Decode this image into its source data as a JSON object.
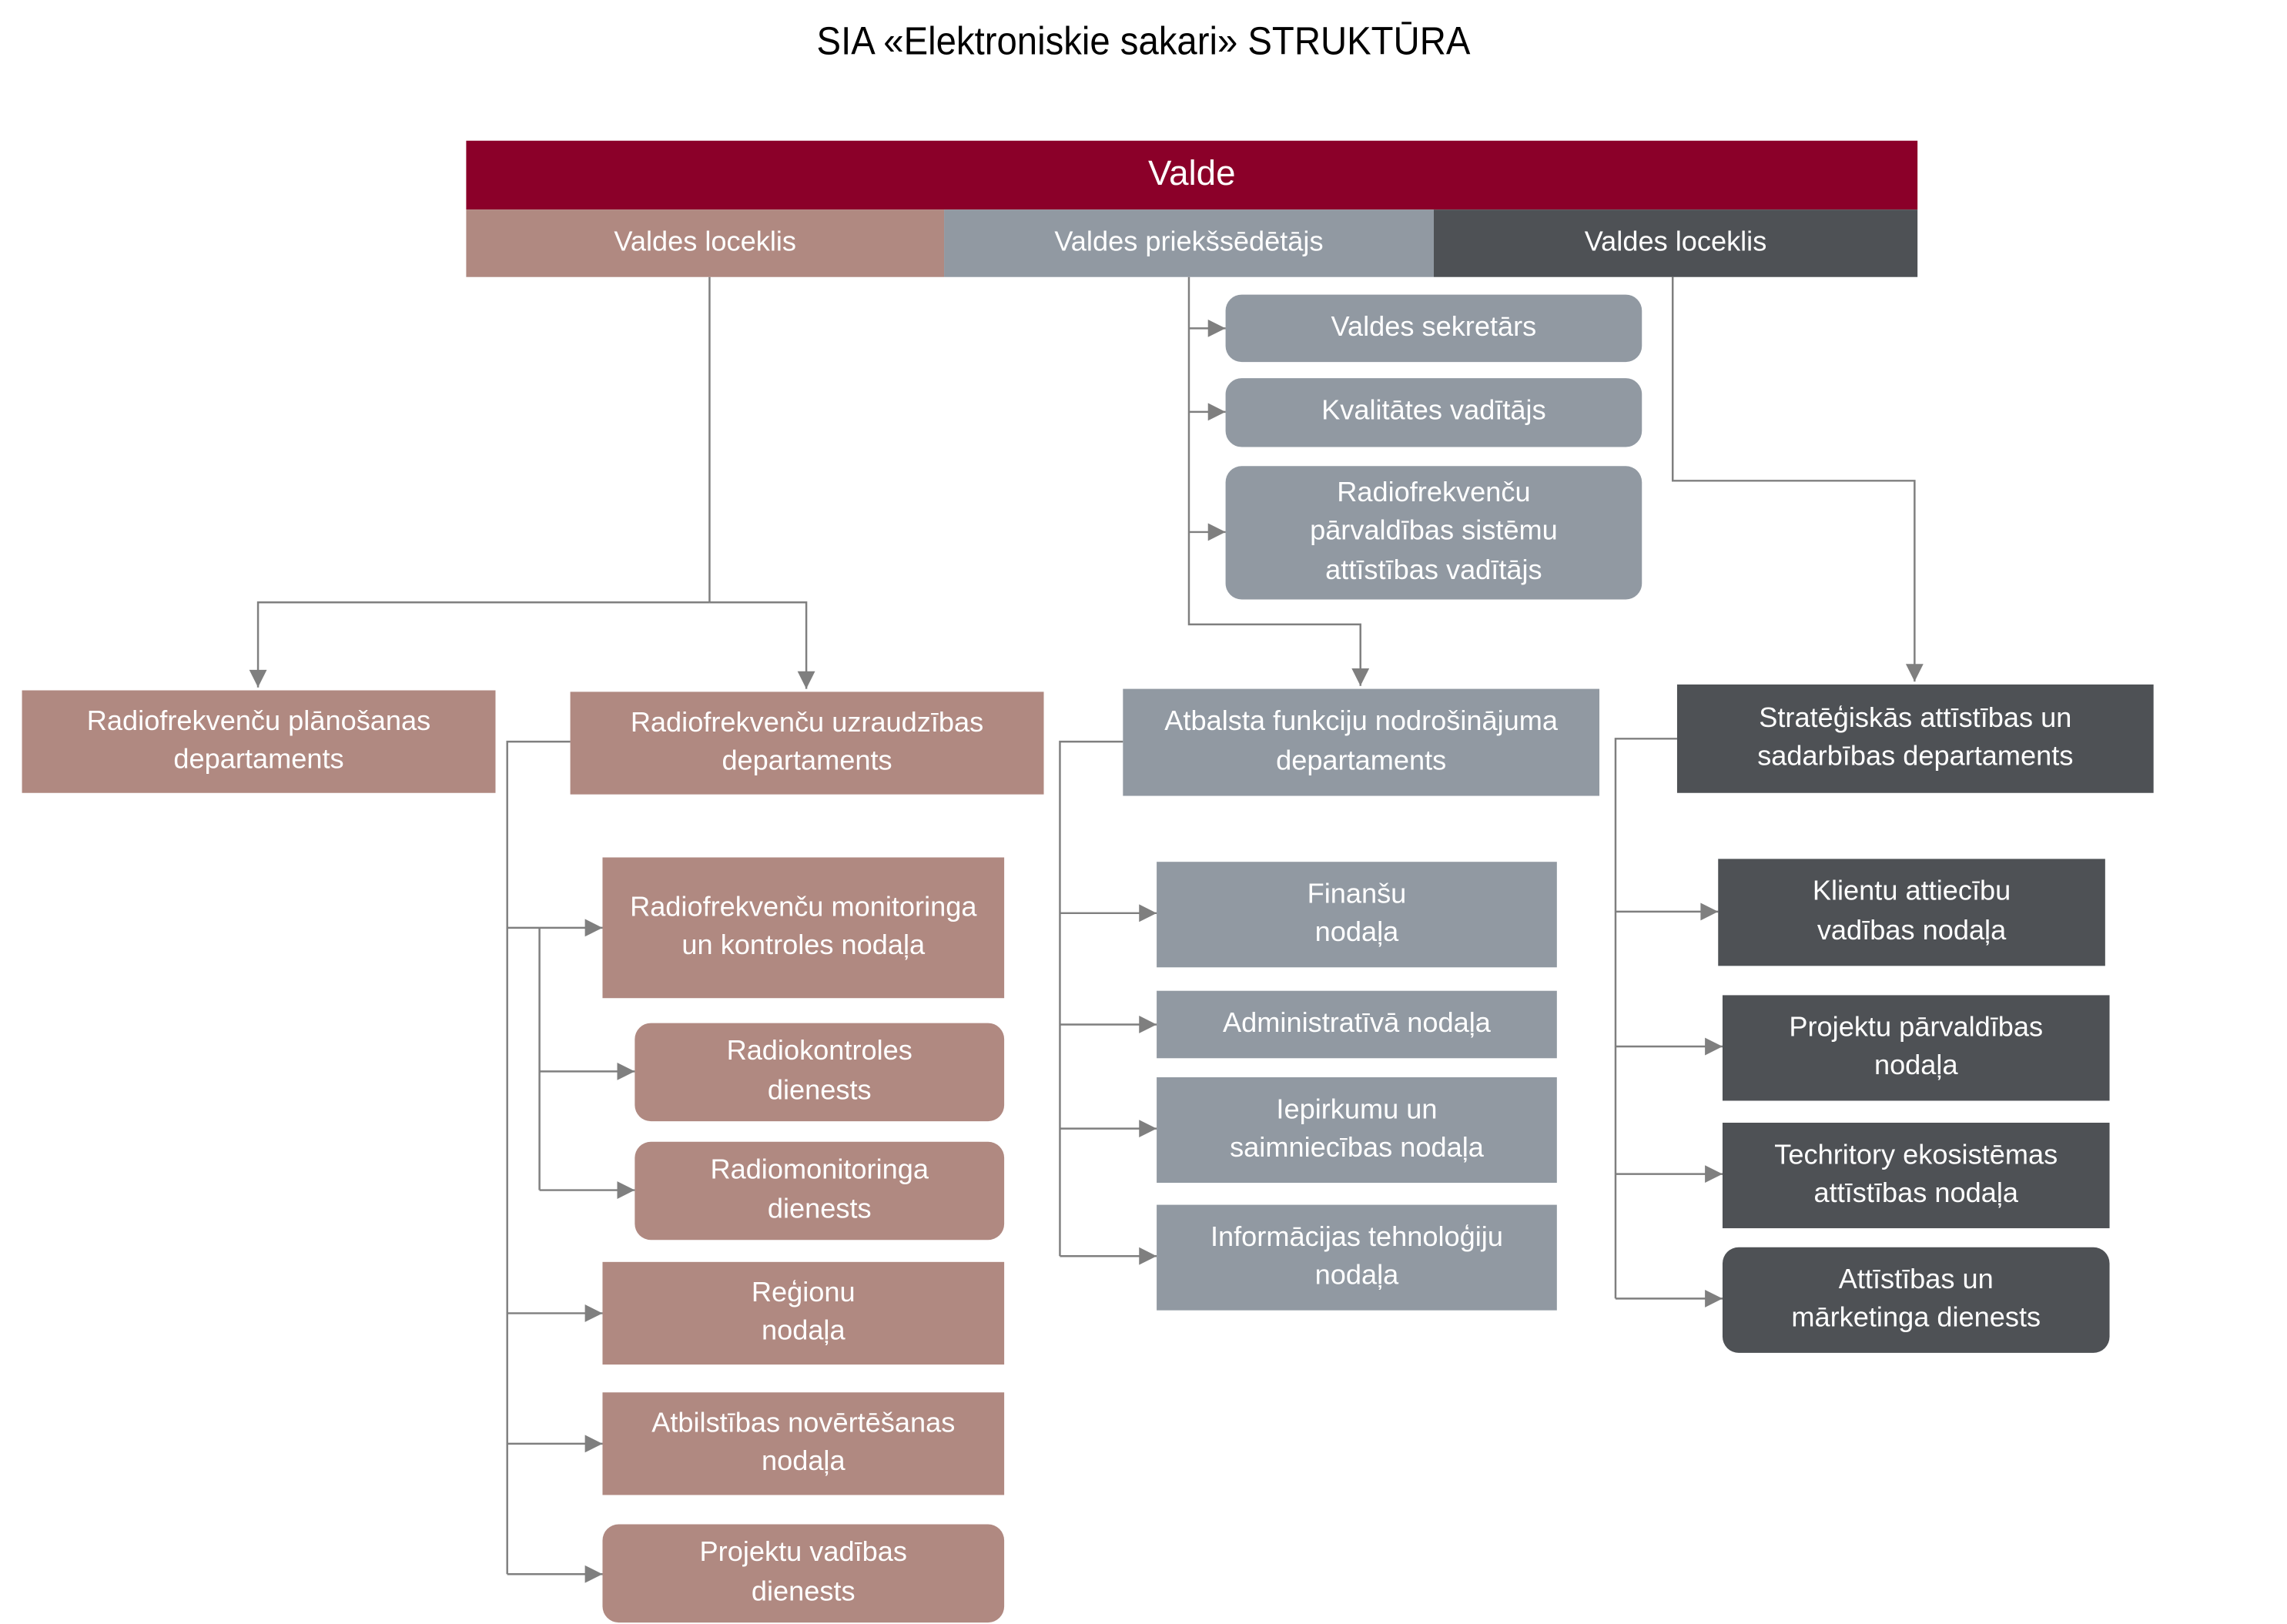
{
  "title": "SIA «Elektroniskie sakari» STRUKTŪRA",
  "colors": {
    "board": "#8b0029",
    "rose": "#b08981",
    "grey": "#9199a2",
    "dark": "#4e5155",
    "connector": "#7f7f7f"
  },
  "board": {
    "title": "Valde",
    "member_left": "Valdes loceklis",
    "chairman": "Valdes priekšsēdētājs",
    "member_right": "Valdes loceklis"
  },
  "chairman_staff": {
    "secretary": "Valdes sekretārs",
    "quality_manager": "Kvalitātes vadītājs",
    "system_dev_manager": "Radiofrekvenču pārvaldības sistēmu attīstības vadītājs"
  },
  "departments": {
    "planning": "Radiofrekvenču plānošanas departaments",
    "supervision": "Radiofrekvenču uzraudzības departaments",
    "support": "Atbalsta funkciju nodrošinājuma departaments",
    "strategic": "Stratēģiskās attīstības un sadarbības departaments"
  },
  "supervision_units": {
    "monitoring_control": "Radiofrekvenču monitoringa un kontroles nodaļa",
    "radiocontrol_service": "Radiokontroles dienests",
    "radiomonitoring_service": "Radiomonitoringa dienests",
    "regions": "Reģionu nodaļa",
    "conformity": "Atbilstības novērtēšanas nodaļa",
    "project_management_service": "Projektu vadības dienests"
  },
  "support_units": {
    "finance": "Finanšu nodaļa",
    "administrative": "Administratīvā nodaļa",
    "procurement": "Iepirkumu un saimniecības nodaļa",
    "it": "Informācijas tehnoloģiju nodaļa"
  },
  "strategic_units": {
    "customer_relations": "Klientu attiecību vadības nodaļa",
    "project_management": "Projektu pārvaldības nodaļa",
    "techritory": "Techritory ekosistēmas attīstības nodaļa",
    "development_marketing": "Attīstības un mārketinga dienests"
  }
}
